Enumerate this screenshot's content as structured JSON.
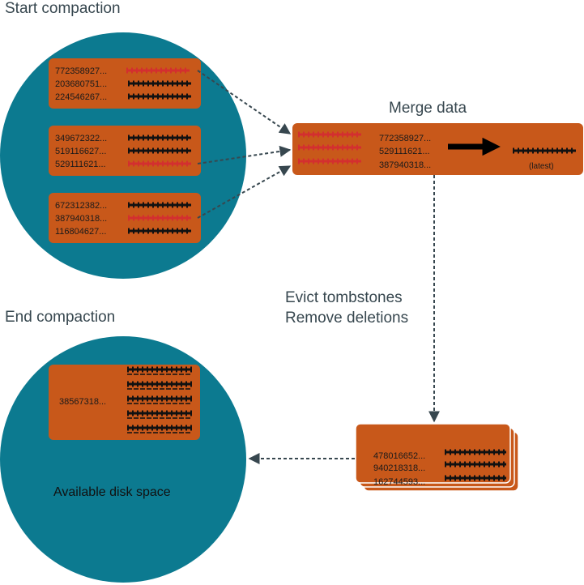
{
  "labels": {
    "start_compaction": "Start compaction",
    "merge_data": "Merge data",
    "evict_tombstones": "Evict tombstones",
    "remove_deletions": "Remove deletions",
    "end_compaction": "End compaction",
    "available_disk_space": "Available disk space",
    "latest": "(latest)"
  },
  "start_tables": [
    {
      "rows": [
        {
          "key": "772358927...",
          "marker": "red"
        },
        {
          "key": "203680751...",
          "marker": "black"
        },
        {
          "key": "224546267...",
          "marker": "black"
        }
      ]
    },
    {
      "rows": [
        {
          "key": "349672322...",
          "marker": "black"
        },
        {
          "key": "519116627...",
          "marker": "black"
        },
        {
          "key": "529111621...",
          "marker": "red"
        }
      ]
    },
    {
      "rows": [
        {
          "key": "672312382...",
          "marker": "black"
        },
        {
          "key": "387940318...",
          "marker": "red"
        },
        {
          "key": "116804627...",
          "marker": "black"
        }
      ]
    }
  ],
  "merge_table": {
    "keys": [
      "772358927...",
      "529111621...",
      "387940318..."
    ]
  },
  "output_table": {
    "keys": [
      "478016652...",
      "940218318...",
      "162744593..."
    ]
  },
  "end_table": {
    "key": "38567318..."
  },
  "colors": {
    "circle": "#0c7a90",
    "table": "#c8581a",
    "red_marker": "#d32f2f",
    "black_marker": "#111111",
    "arrow": "#37474f"
  }
}
